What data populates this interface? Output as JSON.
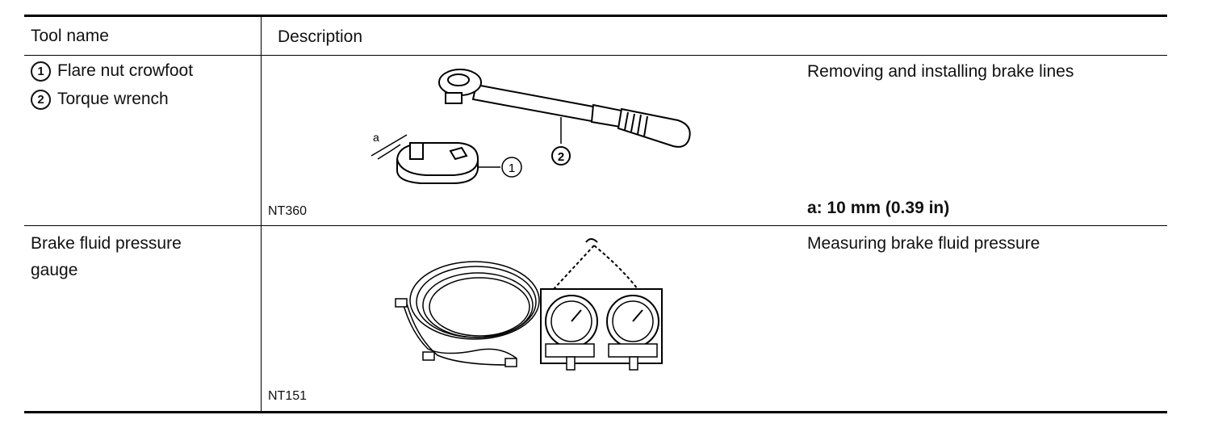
{
  "table": {
    "headers": {
      "tool_name": "Tool name",
      "description": "Description"
    },
    "rows": [
      {
        "tools": [
          {
            "number": "1",
            "name": "Flare nut crowfoot"
          },
          {
            "number": "2",
            "name": "Torque wrench"
          }
        ],
        "figure_code": "NT360",
        "figure_labels": {
          "dim": "a",
          "callout_1": "1",
          "callout_2": "2"
        },
        "usage": "Removing and installing brake lines",
        "spec": "a:  10 mm (0.39 in)"
      },
      {
        "tool_line1": "Brake fluid pressure",
        "tool_line2": "gauge",
        "figure_code": "NT151",
        "usage": "Measuring brake fluid pressure"
      }
    ]
  }
}
